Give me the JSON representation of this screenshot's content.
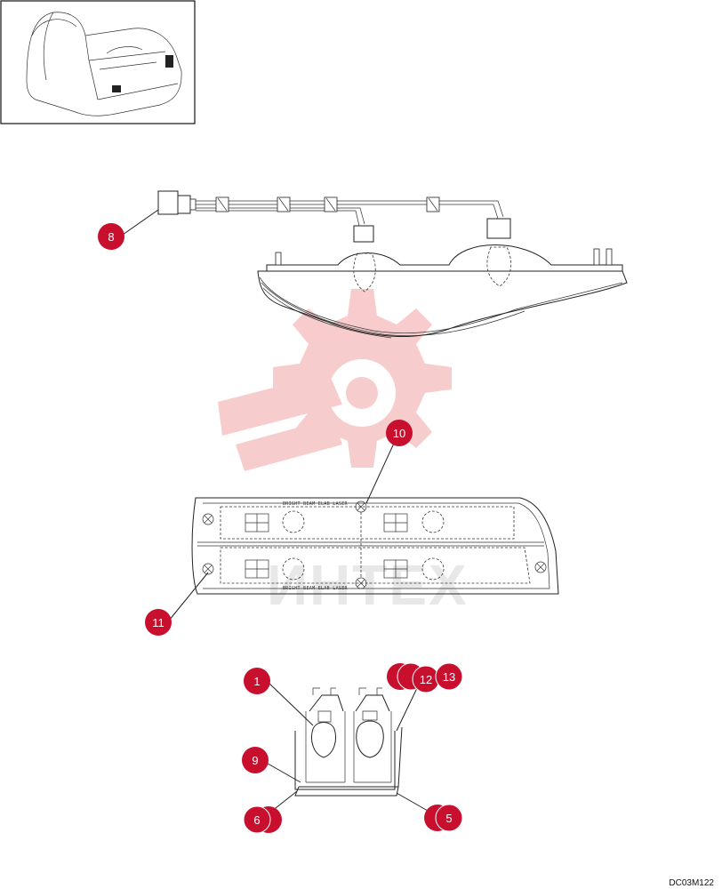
{
  "callouts": [
    {
      "id": "c8",
      "label": "8"
    },
    {
      "id": "c10",
      "label": "10"
    },
    {
      "id": "c11",
      "label": "11"
    },
    {
      "id": "c1",
      "label": "1"
    },
    {
      "id": "c12",
      "label": "12"
    },
    {
      "id": "c13",
      "label": "13"
    },
    {
      "id": "c9",
      "label": "9"
    },
    {
      "id": "c6",
      "label": "6"
    },
    {
      "id": "c5",
      "label": "5"
    }
  ],
  "lamp_marking_top": "BRIGHT BEAM ELAB LASER",
  "lamp_marking_bottom": "BRIGHT BEAM ELAB LASER",
  "watermark_text": "ИНТЕХ",
  "drawing_code": "DC03M122",
  "colors": {
    "callout": "#c8102e",
    "watermark": "#f4b8b8"
  }
}
